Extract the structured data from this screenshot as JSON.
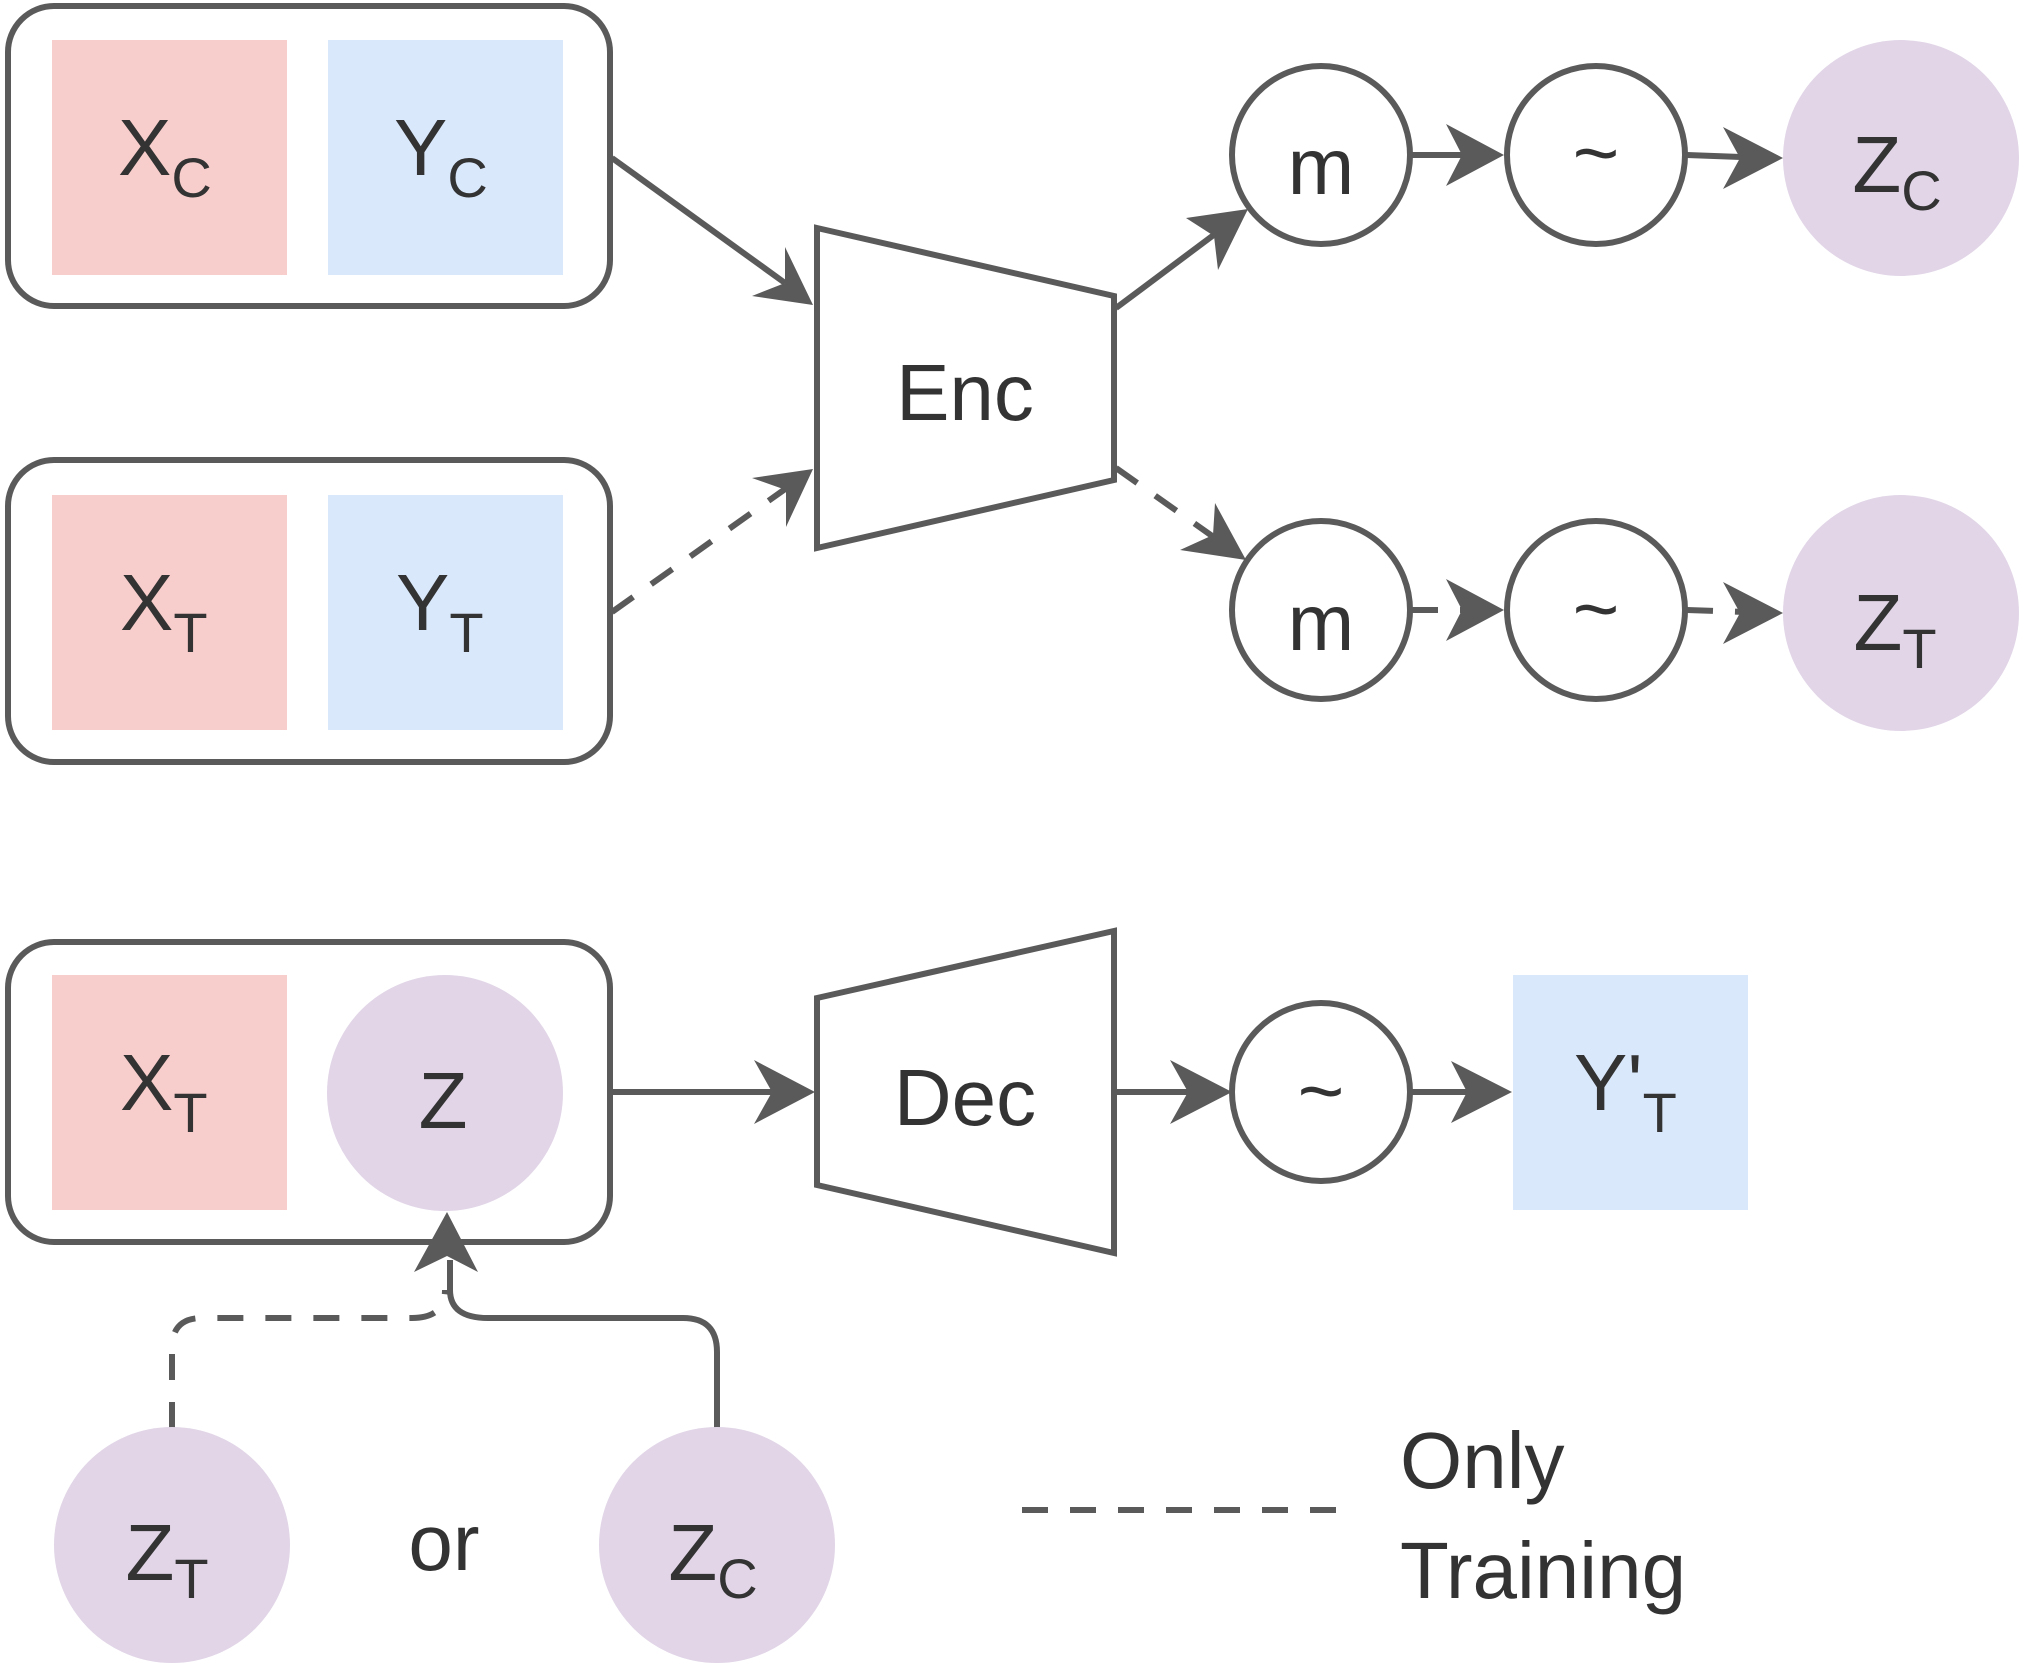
{
  "colors": {
    "x_fill": "#f8cecc",
    "y_fill": "#dae8fc",
    "z_fill": "#e1d5e7",
    "stroke": "#5a5a5a",
    "text": "#333333"
  },
  "encoder": {
    "context_x": {
      "main": "X",
      "sub": "C"
    },
    "context_y": {
      "main": "Y",
      "sub": "C"
    },
    "target_x": {
      "main": "X",
      "sub": "T"
    },
    "target_y": {
      "main": "Y",
      "sub": "T"
    },
    "label": "Enc",
    "mean_op_top": "m",
    "mean_op_bottom": "m",
    "sample_op_top": "~",
    "sample_op_bottom": "~",
    "z_context": {
      "main": "Z",
      "sub": "C"
    },
    "z_target": {
      "main": "Z",
      "sub": "T"
    }
  },
  "decoder": {
    "input_x": {
      "main": "X",
      "sub": "T"
    },
    "input_z": "Z",
    "label": "Dec",
    "sample_op": "~",
    "output_y": {
      "main": "Y'",
      "sub": "T"
    }
  },
  "z_choice": {
    "left": {
      "main": "Z",
      "sub": "T"
    },
    "connector": "or",
    "right": {
      "main": "Z",
      "sub": "C"
    }
  },
  "legend": {
    "line1": "Only",
    "line2": "Training"
  }
}
